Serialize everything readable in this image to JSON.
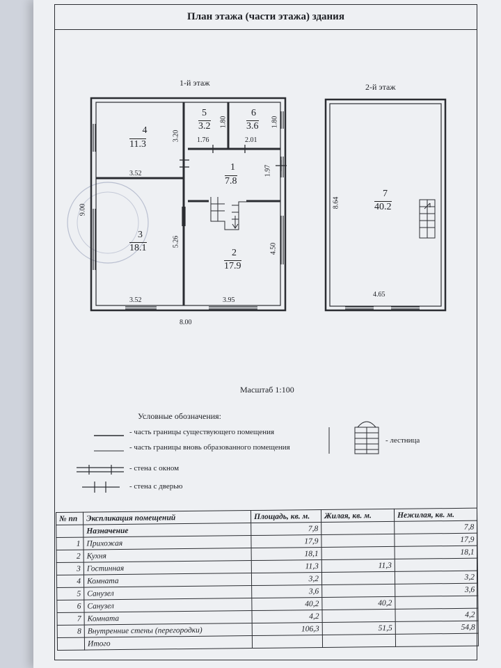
{
  "document": {
    "title": "План этажа (части этажа) здания",
    "floor1_label": "1-й этаж",
    "floor2_label": "2-й этаж",
    "scale": "Масштаб 1:100"
  },
  "rooms": [
    {
      "num": "4",
      "area": "11.3"
    },
    {
      "num": "5",
      "area": "3.2"
    },
    {
      "num": "6",
      "area": "3.6"
    },
    {
      "num": "1",
      "area": "7.8"
    },
    {
      "num": "3",
      "area": "18.1"
    },
    {
      "num": "2",
      "area": "17.9"
    },
    {
      "num": "7",
      "area": "40.2"
    }
  ],
  "dimensions": {
    "d_3_20": "3.20",
    "d_1_80a": "1.80",
    "d_1_80b": "1.80",
    "d_1_76": "1.76",
    "d_2_01": "2.01",
    "d_3_52a": "3.52",
    "d_1_97": "1.97",
    "d_9_00": "9.00",
    "d_5_26": "5.26",
    "d_4_50": "4.50",
    "d_3_52b": "3.52",
    "d_3_95": "3.95",
    "d_8_00": "8.00",
    "d_8_64": "8.64",
    "d_4_65": "4.65"
  },
  "legend": {
    "title": "Условные обозначения:",
    "existing": "- часть границы существующего помещения",
    "new": "- часть границы вновь образованного помещения",
    "stairs": "- лестница",
    "window_wall": "- стена с окном",
    "door_wall": "- стена с дверью"
  },
  "table": {
    "h_num": "№ пп",
    "h_expl": "Экспликация помещений",
    "h_purpose": "Назначение",
    "h_area": "Площадь, кв. м.",
    "h_living": "Жилая, кв. м.",
    "h_nonliving": "Нежилая, кв. м.",
    "rows": [
      {
        "idx": "",
        "name": "Назначение",
        "area": "7,8",
        "living": "",
        "non": "7,8"
      },
      {
        "idx": "1",
        "name": "Прихожая",
        "area": "17,9",
        "living": "",
        "non": "17,9"
      },
      {
        "idx": "2",
        "name": "Кухня",
        "area": "18,1",
        "living": "",
        "non": "18,1"
      },
      {
        "idx": "3",
        "name": "Гостинная",
        "area": "11,3",
        "living": "11,3",
        "non": ""
      },
      {
        "idx": "4",
        "name": "Комната",
        "area": "3,2",
        "living": "",
        "non": "3,2"
      },
      {
        "idx": "5",
        "name": "Санузел",
        "area": "3,6",
        "living": "",
        "non": "3,6"
      },
      {
        "idx": "6",
        "name": "Санузел",
        "area": "40,2",
        "living": "40,2",
        "non": ""
      },
      {
        "idx": "7",
        "name": "Комната",
        "area": "4,2",
        "living": "",
        "non": "4,2"
      },
      {
        "idx": "8",
        "name": "Внутренние стены (перегородки)",
        "area": "106,3",
        "living": "51,5",
        "non": "54,8"
      },
      {
        "idx": "",
        "name": "Итого",
        "area": "",
        "living": "",
        "non": ""
      }
    ]
  }
}
